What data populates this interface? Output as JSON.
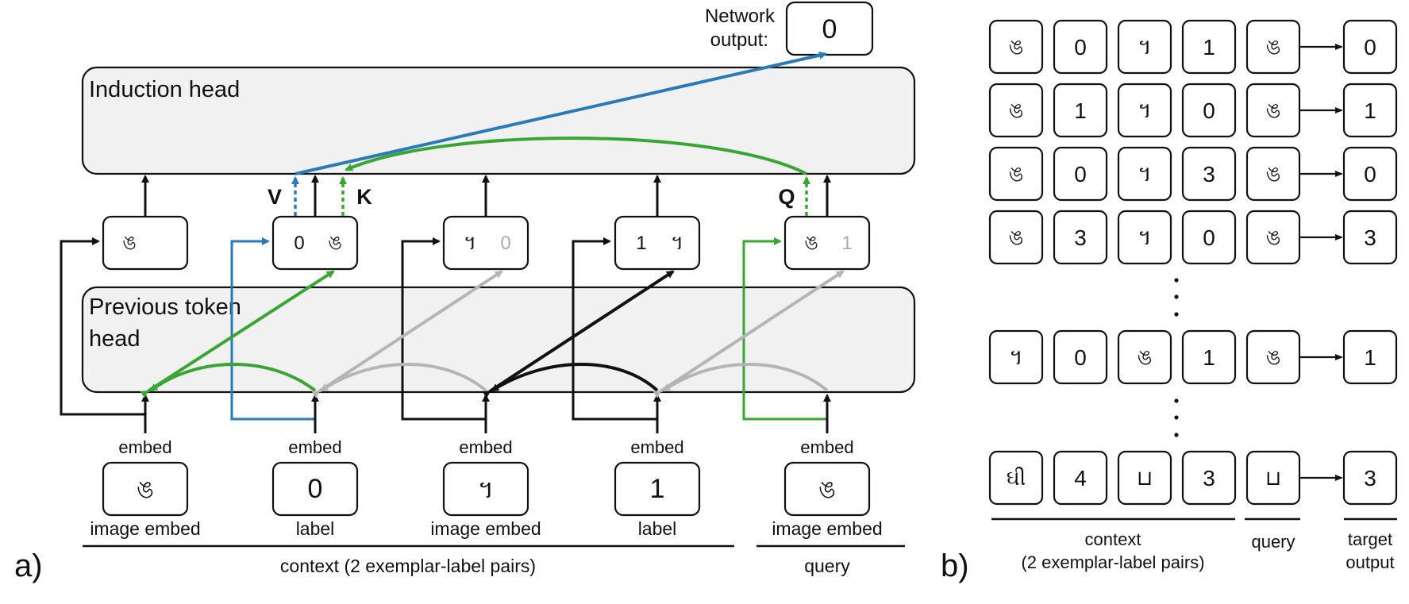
{
  "panel_a": {
    "tag": "a)",
    "network_output_label_line1": "Network",
    "network_output_label_line2": "output:",
    "network_output_value": "0",
    "induction_head_label": "Induction head",
    "prev_token_head_label_line1": "Previous token",
    "prev_token_head_label_line2": "head",
    "v_label": "V",
    "k_label": "K",
    "q_label": "Q",
    "embed_label": "embed",
    "slots": [
      {
        "bottom_kind": "image",
        "bottom_glyph": "ঙ",
        "caption": "image embed",
        "mid_left": "ঙ",
        "mid_right": "",
        "mid_right_faded": false
      },
      {
        "bottom_kind": "text",
        "bottom_glyph": "0",
        "caption": "label",
        "mid_left": "0",
        "mid_right": "ঙ",
        "mid_right_faded": false
      },
      {
        "bottom_kind": "image",
        "bottom_glyph": "។",
        "caption": "image embed",
        "mid_left": "។",
        "mid_right": "0",
        "mid_right_faded": true
      },
      {
        "bottom_kind": "text",
        "bottom_glyph": "1",
        "caption": "label",
        "mid_left": "1",
        "mid_right": "។",
        "mid_right_faded": false
      },
      {
        "bottom_kind": "image",
        "bottom_glyph": "ঙ",
        "caption": "image embed",
        "mid_left": "ঙ",
        "mid_right": "1",
        "mid_right_faded": true
      }
    ],
    "context_label": "context (2 exemplar-label pairs)",
    "query_label": "query"
  },
  "panel_b": {
    "tag": "b)",
    "rows": [
      [
        "ঙ",
        "0",
        "។",
        "1",
        "ঙ",
        "0"
      ],
      [
        "ঙ",
        "1",
        "។",
        "0",
        "ঙ",
        "1"
      ],
      [
        "ঙ",
        "0",
        "។",
        "3",
        "ঙ",
        "0"
      ],
      [
        "ঙ",
        "3",
        "។",
        "0",
        "ঙ",
        "3"
      ],
      [
        "។",
        "0",
        "ঙ",
        "1",
        "ঙ",
        "1"
      ],
      [
        "ઘી",
        "4",
        "⊔",
        "3",
        "⊔",
        "3"
      ]
    ],
    "context_label_line1": "context",
    "context_label_line2": "(2 exemplar-label pairs)",
    "query_label": "query",
    "target_label_line1": "target",
    "target_label_line2": "output"
  },
  "colors": {
    "blue": "#2a7ab8",
    "green": "#3aa535",
    "gray": "#b5b5b5",
    "black": "#111111",
    "head_fill": "#f1f1f1",
    "faded_text": "#aaaaaa"
  }
}
